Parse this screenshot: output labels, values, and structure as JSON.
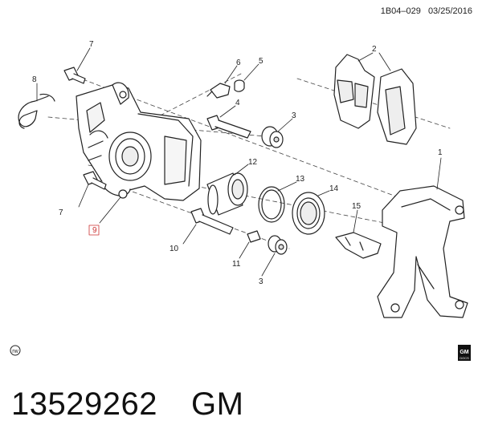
{
  "header": {
    "diagram_code": "1B04–029",
    "date": "03/25/2016"
  },
  "callouts": [
    {
      "id": "c1",
      "label": "1"
    },
    {
      "id": "c2",
      "label": "2"
    },
    {
      "id": "c3a",
      "label": "3"
    },
    {
      "id": "c3b",
      "label": "3"
    },
    {
      "id": "c4",
      "label": "4"
    },
    {
      "id": "c5",
      "label": "5"
    },
    {
      "id": "c6",
      "label": "6"
    },
    {
      "id": "c7a",
      "label": "7"
    },
    {
      "id": "c7b",
      "label": "7"
    },
    {
      "id": "c8",
      "label": "8"
    },
    {
      "id": "c9",
      "label": "9"
    },
    {
      "id": "c10",
      "label": "10"
    },
    {
      "id": "c11",
      "label": "11"
    },
    {
      "id": "c12",
      "label": "12"
    },
    {
      "id": "c13",
      "label": "13"
    },
    {
      "id": "c14",
      "label": "14"
    },
    {
      "id": "c15",
      "label": "15"
    }
  ],
  "badges": {
    "rw": "rw",
    "gm_line1": "GM",
    "gm_line2": "DOCS"
  },
  "footer": {
    "part_number": "13529262",
    "brand": "GM"
  },
  "colors": {
    "line": "#222222",
    "highlight": "#cc3333",
    "background": "#ffffff"
  }
}
